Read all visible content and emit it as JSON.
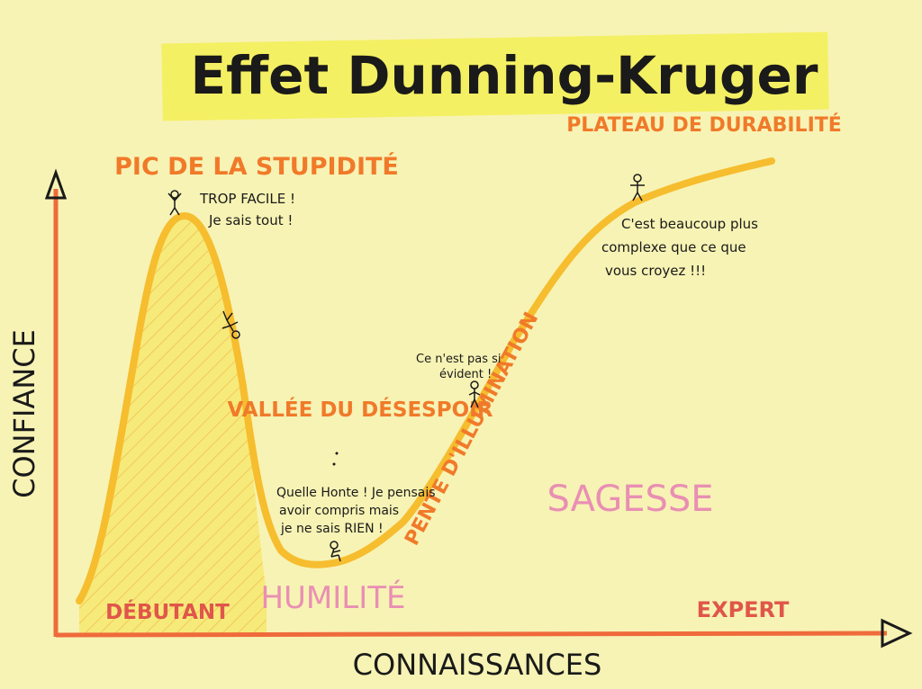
{
  "title": "Effet Dunning-Kruger",
  "axes": {
    "y_label": "CONFIANCE",
    "x_label": "CONNAISSANCES"
  },
  "stages": {
    "peak": "PIC DE LA STUPIDITÉ",
    "valley": "VALLÉE DU DÉSESPOIR",
    "slope": "PENTE D'ILLUMINATION",
    "plateau": "PLATEAU DE DURABILITÉ"
  },
  "zones": {
    "beginner": "DÉBUTANT",
    "humility": "HUMILITÉ",
    "wisdom": "SAGESSE",
    "expert": "EXPERT"
  },
  "quotes": {
    "peak": [
      "TROP FACILE !",
      "Je sais tout !"
    ],
    "valley": [
      "Quelle Honte ! Je pensais",
      "avoir compris mais",
      "je ne sais RIEN !"
    ],
    "slope": [
      "Ce n'est pas si",
      "évident !"
    ],
    "plateau": [
      "C'est beaucoup plus",
      "complexe que ce que",
      "vous croyez !!!"
    ]
  },
  "colors": {
    "background": "#f7f3b4",
    "highlight": "#f3ee55",
    "curve": "#f6bd2e",
    "axis": "#ef6a3c",
    "orange_text": "#f07a2a",
    "red_text": "#e0564a",
    "pink_text": "#e98fb3",
    "ink": "#1a1a1a"
  }
}
